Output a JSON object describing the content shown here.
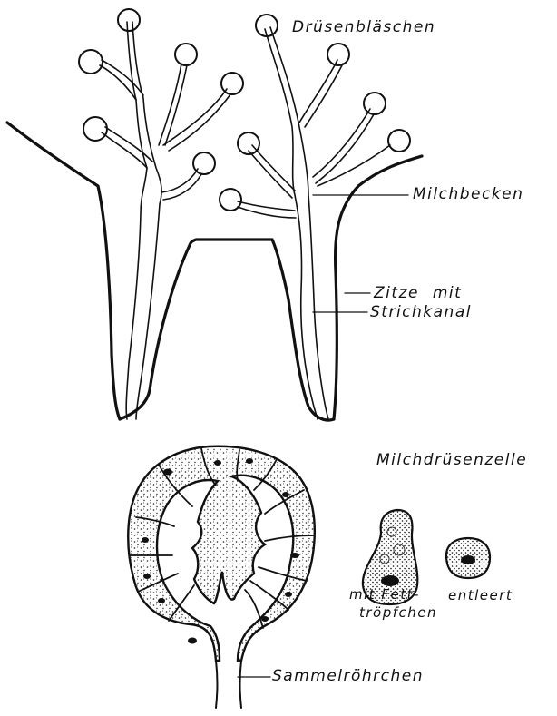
{
  "labels": {
    "druesenblaeschen": "Drüsenbläschen",
    "milchbecken": "Milchbecken",
    "zitze_line1": "Zitze mit",
    "zitze_line2": "Strichkanal",
    "milchdruesenzelle": "Milchdrüsenzelle",
    "mit_fett_line1": "mit Fett-",
    "mit_fett_line2": "tröpfchen",
    "entleert": "entleert",
    "sammelroehrchen": "Sammelröhrchen"
  }
}
